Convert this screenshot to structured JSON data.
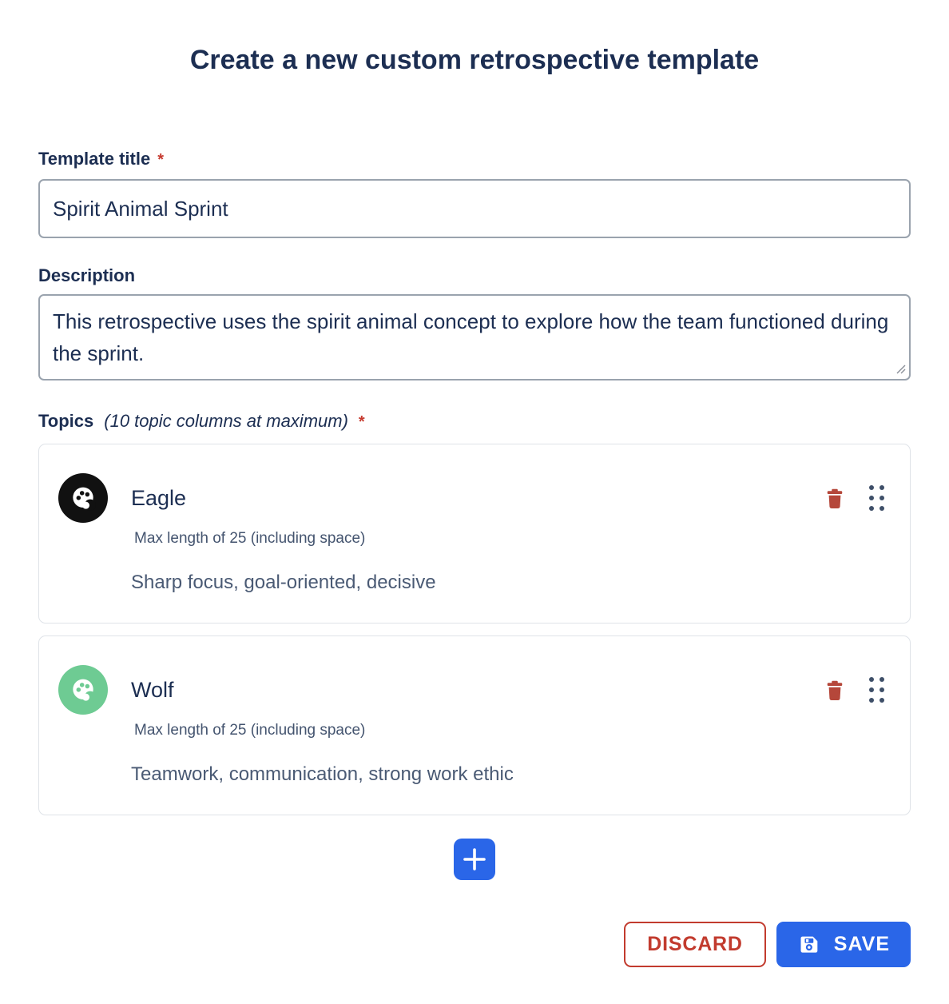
{
  "page": {
    "title": "Create a new custom retrospective template"
  },
  "form": {
    "template_title": {
      "label": "Template title",
      "required_marker": "*",
      "value": "Spirit Animal Sprint"
    },
    "description": {
      "label": "Description",
      "value": "This retrospective uses the spirit animal concept to explore how the team functioned during the sprint."
    },
    "topics": {
      "label": "Topics",
      "hint": "(10 topic columns at maximum)",
      "required_marker": "*",
      "items": [
        {
          "name": "Eagle",
          "helper": "Max length of 25 (including space)",
          "description": "Sharp focus, goal-oriented, decisive",
          "color": "#111111",
          "icon": "palette-icon"
        },
        {
          "name": "Wolf",
          "helper": "Max length of 25 (including space)",
          "description": "Teamwork, communication, strong work ethic",
          "color": "#6ecb93",
          "icon": "palette-icon"
        }
      ]
    }
  },
  "actions": {
    "add_topic_icon": "plus-icon",
    "delete_topic_icon": "trash-icon",
    "reorder_icon": "drag-handle-icon",
    "discard_label": "DISCARD",
    "save_label": "SAVE",
    "save_icon": "floppy-disk-icon"
  },
  "colors": {
    "heading_navy": "#1c2e52",
    "helper_slate": "#44546f",
    "input_border_gray": "#9aa3ae",
    "card_border_gray": "#dfe3e8",
    "accent_blue": "#2a66e8",
    "danger_red": "#c23b2e",
    "trash_red": "#b5473a",
    "required_red": "#c63a2f",
    "topic_color_1": "#111111",
    "topic_color_2": "#6ecb93"
  }
}
